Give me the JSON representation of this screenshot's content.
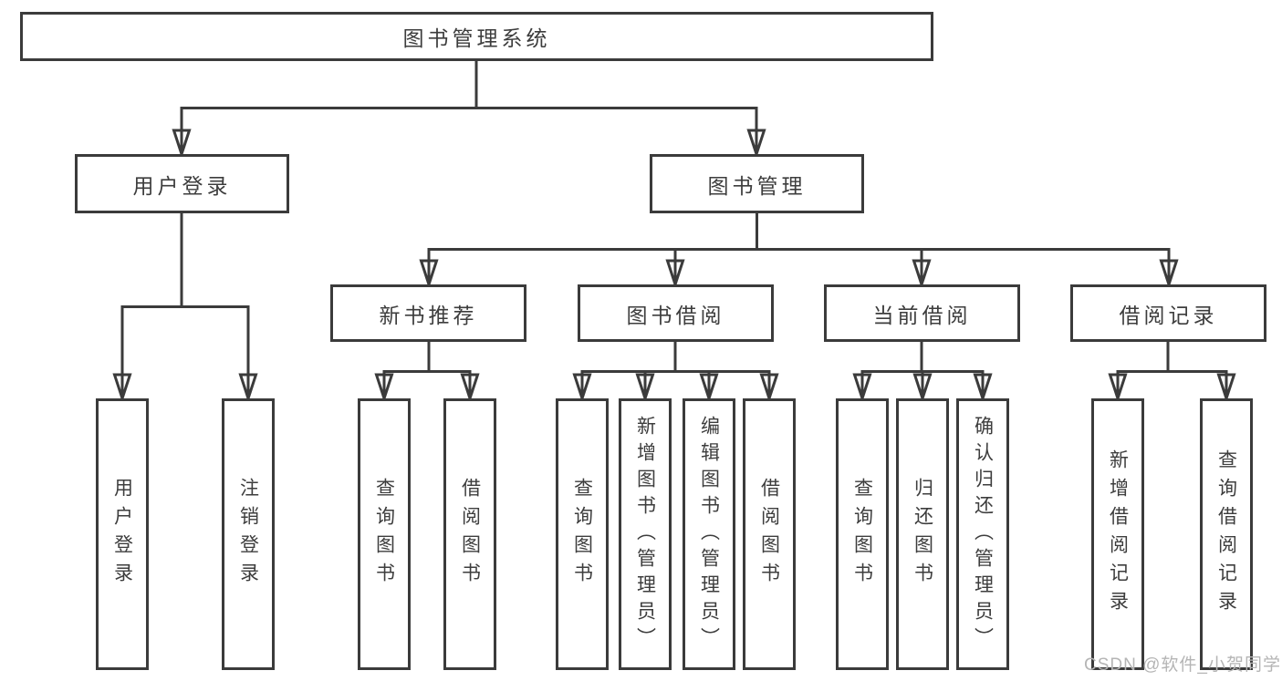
{
  "tree": {
    "label": "图书管理系统",
    "children": [
      {
        "label": "用户登录",
        "children": [
          {
            "label": "用户登录"
          },
          {
            "label": "注销登录"
          }
        ]
      },
      {
        "label": "图书管理",
        "children": [
          {
            "label": "新书推荐",
            "children": [
              {
                "label": "查询图书"
              },
              {
                "label": "借阅图书"
              }
            ]
          },
          {
            "label": "图书借阅",
            "children": [
              {
                "label": "查询图书"
              },
              {
                "label": "新增图书（管理员）"
              },
              {
                "label": "编辑图书（管理员）"
              },
              {
                "label": "借阅图书"
              }
            ]
          },
          {
            "label": "当前借阅",
            "children": [
              {
                "label": "查询图书"
              },
              {
                "label": "归还图书"
              },
              {
                "label": "确认归还（管理员）"
              }
            ]
          },
          {
            "label": "借阅记录",
            "children": [
              {
                "label": "新增借阅记录"
              },
              {
                "label": "查询借阅记录"
              }
            ]
          }
        ]
      }
    ]
  },
  "watermark": {
    "text": "CSDN @软件_小贺同学"
  },
  "colors": {
    "line": "#3b3b3b",
    "text": "#3d3d3d",
    "watermark": "#b5b5b5",
    "background": "#ffffff"
  }
}
